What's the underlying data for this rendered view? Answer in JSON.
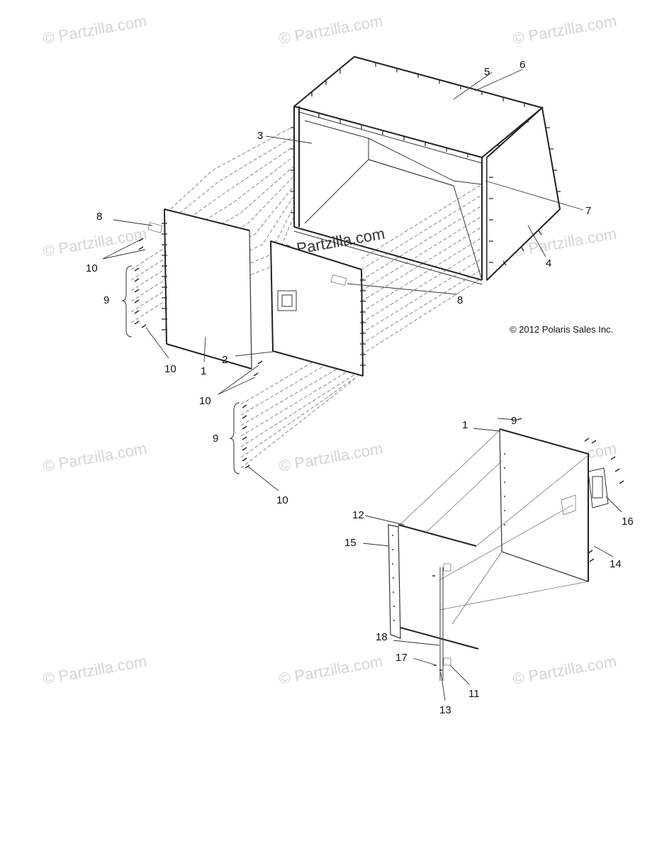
{
  "watermark": {
    "text": "© Partzilla.com",
    "center_text": "© Partzilla.com"
  },
  "copyright": "© 2012 Polaris Sales Inc.",
  "callouts": {
    "c5": "5",
    "c6": "6",
    "c3": "3",
    "c7": "7",
    "c4": "4",
    "c8a": "8",
    "c8b": "8",
    "c10a": "10",
    "c10b": "10",
    "c10c": "10",
    "c10d": "10",
    "c9a": "9",
    "c9b": "9",
    "c9c": "9",
    "c1a": "1",
    "c1b": "1",
    "c2": "2",
    "c12": "12",
    "c15": "15",
    "c16": "16",
    "c14": "14",
    "c18": "18",
    "c17": "17",
    "c11": "11",
    "c13": "13"
  },
  "colors": {
    "line": "#333333",
    "watermark": "#d4d4d4",
    "background": "#ffffff"
  }
}
